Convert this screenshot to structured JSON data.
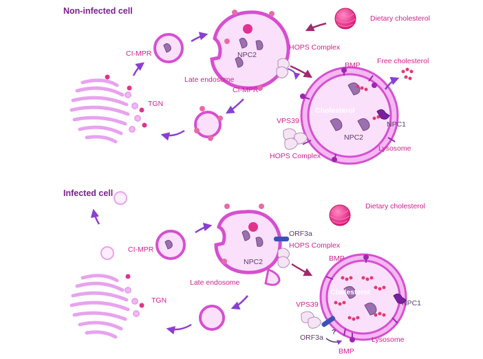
{
  "panels": {
    "top_title": "Non-infected cell",
    "bottom_title": "Infected cell"
  },
  "labels": {
    "dietary_cholesterol": "Dietary cholesterol",
    "free_cholesterol": "Free cholesterol",
    "ci_mpr": "CI-MPR",
    "npc2": "NPC2",
    "npc1": "NPC1",
    "hops_complex": "HOPS Complex",
    "late_endosome": "Late endosome",
    "tgn": "TGN",
    "bmp": "BMP",
    "cholesterol": "Cholesterol",
    "vps39": "VPS39",
    "lysosome": "Lysosome",
    "orf3a": "ORF3a",
    "question": "?"
  },
  "colors": {
    "membrane": "#d64fd0",
    "membrane_fill": "#f4b8f2",
    "lumen": "#fbe0fb",
    "arrow": "#8a3fd1",
    "label_pink": "#d21f8a",
    "label_dark": "#5b3a6a",
    "orf3a": "#3f51b5",
    "npc1": "#7b1fa2"
  }
}
